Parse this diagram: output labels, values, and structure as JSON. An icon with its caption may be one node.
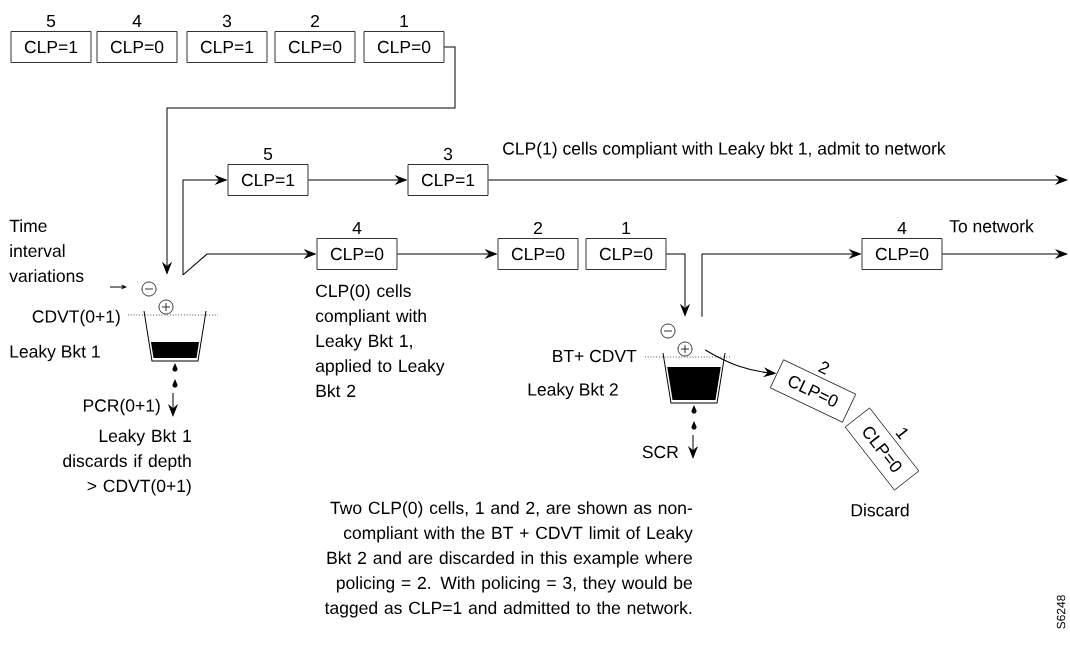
{
  "diagram": {
    "nodes": [
      {
        "text": [
          "5",
          "CLP=1"
        ]
      },
      {
        "text": [
          "4",
          "CLP=0"
        ]
      },
      {
        "text": [
          "3",
          "CLP=1"
        ]
      },
      {
        "text": [
          "2",
          "CLP=0"
        ]
      },
      {
        "text": [
          "1",
          "CLP=0"
        ]
      },
      {
        "text": [],
        "shape": "picture",
        "beside": [
          "CDVT(0+1)",
          "Leaky Bkt 1"
        ]
      },
      {
        "text": [
          "5",
          "CLP=1"
        ]
      },
      {
        "text": [
          "3",
          "CLP=1"
        ]
      },
      {
        "text": [
          "4",
          "CLP=0"
        ]
      },
      {
        "text": [
          "2",
          "CLP=0"
        ]
      },
      {
        "text": [
          "1",
          "CLP=0"
        ]
      },
      {
        "text": [],
        "shape": "picture",
        "beside": [
          "BT+ CDVT",
          "Leaky Bkt 2"
        ]
      },
      {
        "text": [
          "4",
          "CLP=0"
        ]
      },
      {
        "text": [
          "2",
          "CLP=0"
        ]
      },
      {
        "text": [
          "1",
          "CLP=0"
        ]
      }
    ],
    "edges": [
      {
        "from": 4,
        "to": 5,
        "arrow": "to"
      },
      {
        "from": 5,
        "to": 6,
        "arrow": "to"
      },
      {
        "from": 6,
        "to": 7,
        "arrow": "to"
      },
      {
        "from": 7,
        "to": null,
        "arrow": "to",
        "label": "CLP(1) cells compliant with Leaky bkt 1, admit to network"
      },
      {
        "from": 5,
        "to": 8,
        "arrow": "to"
      },
      {
        "from": 8,
        "to": 9,
        "arrow": "to"
      },
      {
        "from": 10,
        "to": 11,
        "arrow": "to"
      },
      {
        "from": 11,
        "to": 12,
        "arrow": "to"
      },
      {
        "from": 12,
        "to": null,
        "arrow": "to",
        "label": "To network"
      },
      {
        "from": 11,
        "to": 13,
        "arrow": "to"
      }
    ],
    "labels": [
      "Time interval variations",
      "CLP(0) cells compliant with Leaky Bkt 1, applied to Leaky Bkt 2",
      "PCR(0+1)",
      "Leaky Bkt 1 discards if depth > CDVT(0+1)",
      "SCR",
      "Discard",
      "Two CLP(0) cells, 1 and 2, are shown as non-compliant with the BT + CDVT limit of Leaky Bkt 2 and are discarded in this example where policing = 2. With policing = 3, they would be tagged as CLP=1 and admitted to the network.",
      "S6248"
    ]
  }
}
